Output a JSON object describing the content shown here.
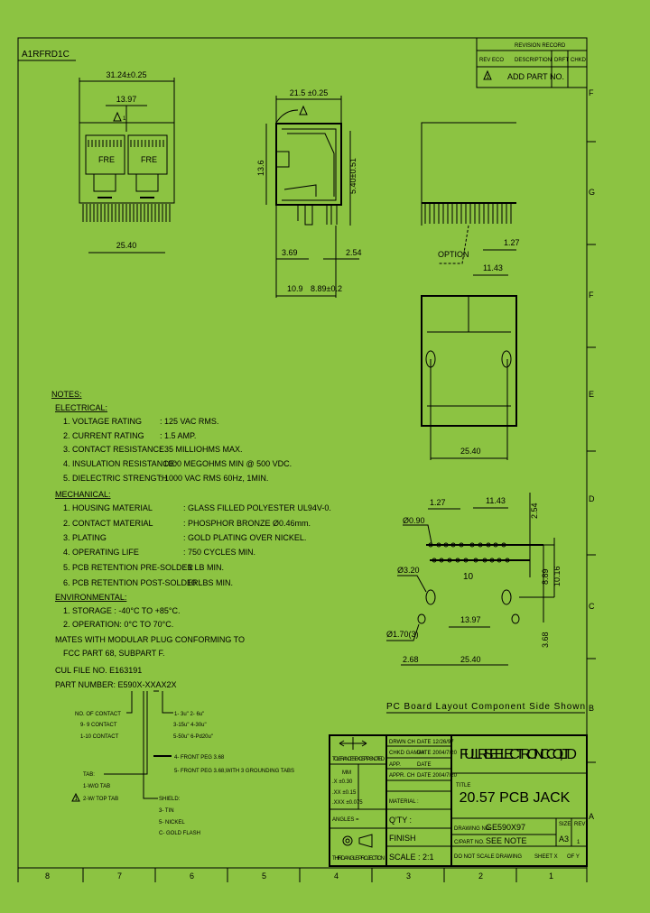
{
  "drawing_code": "A1RFRD1C",
  "background_color": "#8cc342",
  "revision": {
    "title": "REVISION RECORD",
    "headers": [
      "REV ECO",
      "DESCRIPTION",
      "DRFT",
      "CHKD"
    ],
    "row": {
      "rev": "1",
      "description": "ADD PART NO."
    }
  },
  "zones_right": [
    "F",
    "G",
    "F",
    "E",
    "D",
    "C",
    "B",
    "A"
  ],
  "zones_bottom": [
    "8",
    "7",
    "6",
    "5",
    "4",
    "3",
    "2",
    "1"
  ],
  "front_view": {
    "overall": "31.24±0.25",
    "pitch": "13.97",
    "rev_mark": "1",
    "pin_span": "25.40",
    "port_label": "FRE"
  },
  "side_view": {
    "depth": "21.5 ±0.25",
    "height": "13.6",
    "height2": "5.40±0.51",
    "peg": "3.69",
    "pin": "2.54",
    "d1": "10.9",
    "d2": "8.89±0.2"
  },
  "right_view": {
    "option": "OPTION",
    "pitch": "1.27",
    "offset": "11.43",
    "span": "25.40"
  },
  "pcb_layout": {
    "hole_small": "Ø0.90",
    "hole_big": "Ø3.20",
    "hole_peg": "Ø1.70(3)",
    "pitch": "1.27",
    "offset": "11.43",
    "row": "2.54",
    "d889": "8.89",
    "d1016": "10.16",
    "d368": "3.68",
    "d1397": "13.97",
    "d268": "2.68",
    "d2540": "25.40",
    "pin_count": "10",
    "caption": "PC Board Layout Component Side Shown"
  },
  "notes": {
    "title": "NOTES:",
    "electrical_title": "ELECTRICAL:",
    "electrical": [
      [
        "1. VOLTAGE RATING",
        ": 125 VAC RMS."
      ],
      [
        "2. CURRENT RATING",
        ": 1.5 AMP."
      ],
      [
        "3. CONTACT RESISTANCE",
        ": 35 MILLIOHMS MAX."
      ],
      [
        "4. INSULATION RESISTANCE:",
        "1000 MEGOHMS MIN @ 500 VDC."
      ],
      [
        "5. DIELECTRIC STRENGTH",
        ": 1000 VAC RMS 60Hz, 1MIN."
      ]
    ],
    "mechanical_title": "MECHANICAL:",
    "mechanical": [
      [
        "1. HOUSING MATERIAL",
        ": GLASS FILLED POLYESTER UL94V-0."
      ],
      [
        "2. CONTACT MATERIAL",
        ": PHOSPHOR BRONZE Ø0.46mm."
      ],
      [
        "3. PLATING",
        ": GOLD PLATING OVER NICKEL."
      ],
      [
        "4. OPERATING LIFE",
        ": 750 CYCLES MIN."
      ],
      [
        "5. PCB RETENTION PRE-SOLDER",
        ": 1 LB MIN."
      ],
      [
        "6. PCB RETENTION POST-SOLDER:",
        "10 LBS MIN."
      ]
    ],
    "environmental_title": "ENVIRONMENTAL:",
    "environmental": [
      "1. STORAGE  : -40°C TO +85°C.",
      "2. OPERATION: 0°C TO 70°C."
    ],
    "mates": "MATES WITH MODULAR PLUG CONFORMING TO",
    "fcc": "FCC PART 68, SUBPART F.",
    "cul": "CUL FILE NO. E163191",
    "part_number": "PART NUMBER: E590X-XXAX2X"
  },
  "part_options": {
    "contacts": [
      "NO. OF CONTACT",
      "9- 9 CONTACT",
      "1-10 CONTACT"
    ],
    "plating": [
      "1- 3u\" 2- 6u\"",
      "3-15u\" 4-30u\"",
      "5-50u\" 6-Pd20u\""
    ],
    "peg": [
      "4- FRONT PEG 3.68",
      "5- FRONT PEG 3.68,WITH 3 GROUNDING TABS"
    ],
    "tab": [
      "TAB:",
      "1-W/O TAB",
      "2-W/  TOP TAB"
    ],
    "tab_rev": "1",
    "shield": [
      "SHIELD:",
      "3- TIN",
      "5- NICKEL",
      "C- GOLD FLASH"
    ]
  },
  "title_block": {
    "company": "FULL RISE ELECTRONIC CO., LTD",
    "title_label": "TITLE",
    "title": "20.57 PCB JACK",
    "tolerances": "TOLERANCES EXCEPT AS NOTED",
    "tol_unit": "MM",
    "tol_rows": [
      ".X ±0.30",
      ".XX ±0.15",
      ".XXX ±0.075"
    ],
    "angles": "ANGLES =",
    "projection": "THIRD ANGLE PROJECTION",
    "drwn": "DRWN CH",
    "drwn_date": "DATE 12/26/97",
    "chkd": "CHKD GAMAY",
    "chkd_date": "DATE 2004/7/20",
    "appd": "APP.",
    "appd_date": "DATE",
    "appr": "APPR. CH",
    "appr_date": "DATE 2004/7/20",
    "material": "MATERIAL :",
    "qty": "Q'TY :",
    "finish": "FINISH",
    "scale": "SCALE : 2:1",
    "drawing_no_label": "DRAWING NO.",
    "drawing_no": "GE590X97",
    "part_no_label": "C/PART NO.",
    "part_no": "SEE NOTE",
    "size_label": "SIZE",
    "size": "A3",
    "rev_label": "REV",
    "rev": "1",
    "do_not_scale": "DO NOT SCALE DRAWING",
    "sheet": "SHEET X",
    "of": "OF Y"
  }
}
